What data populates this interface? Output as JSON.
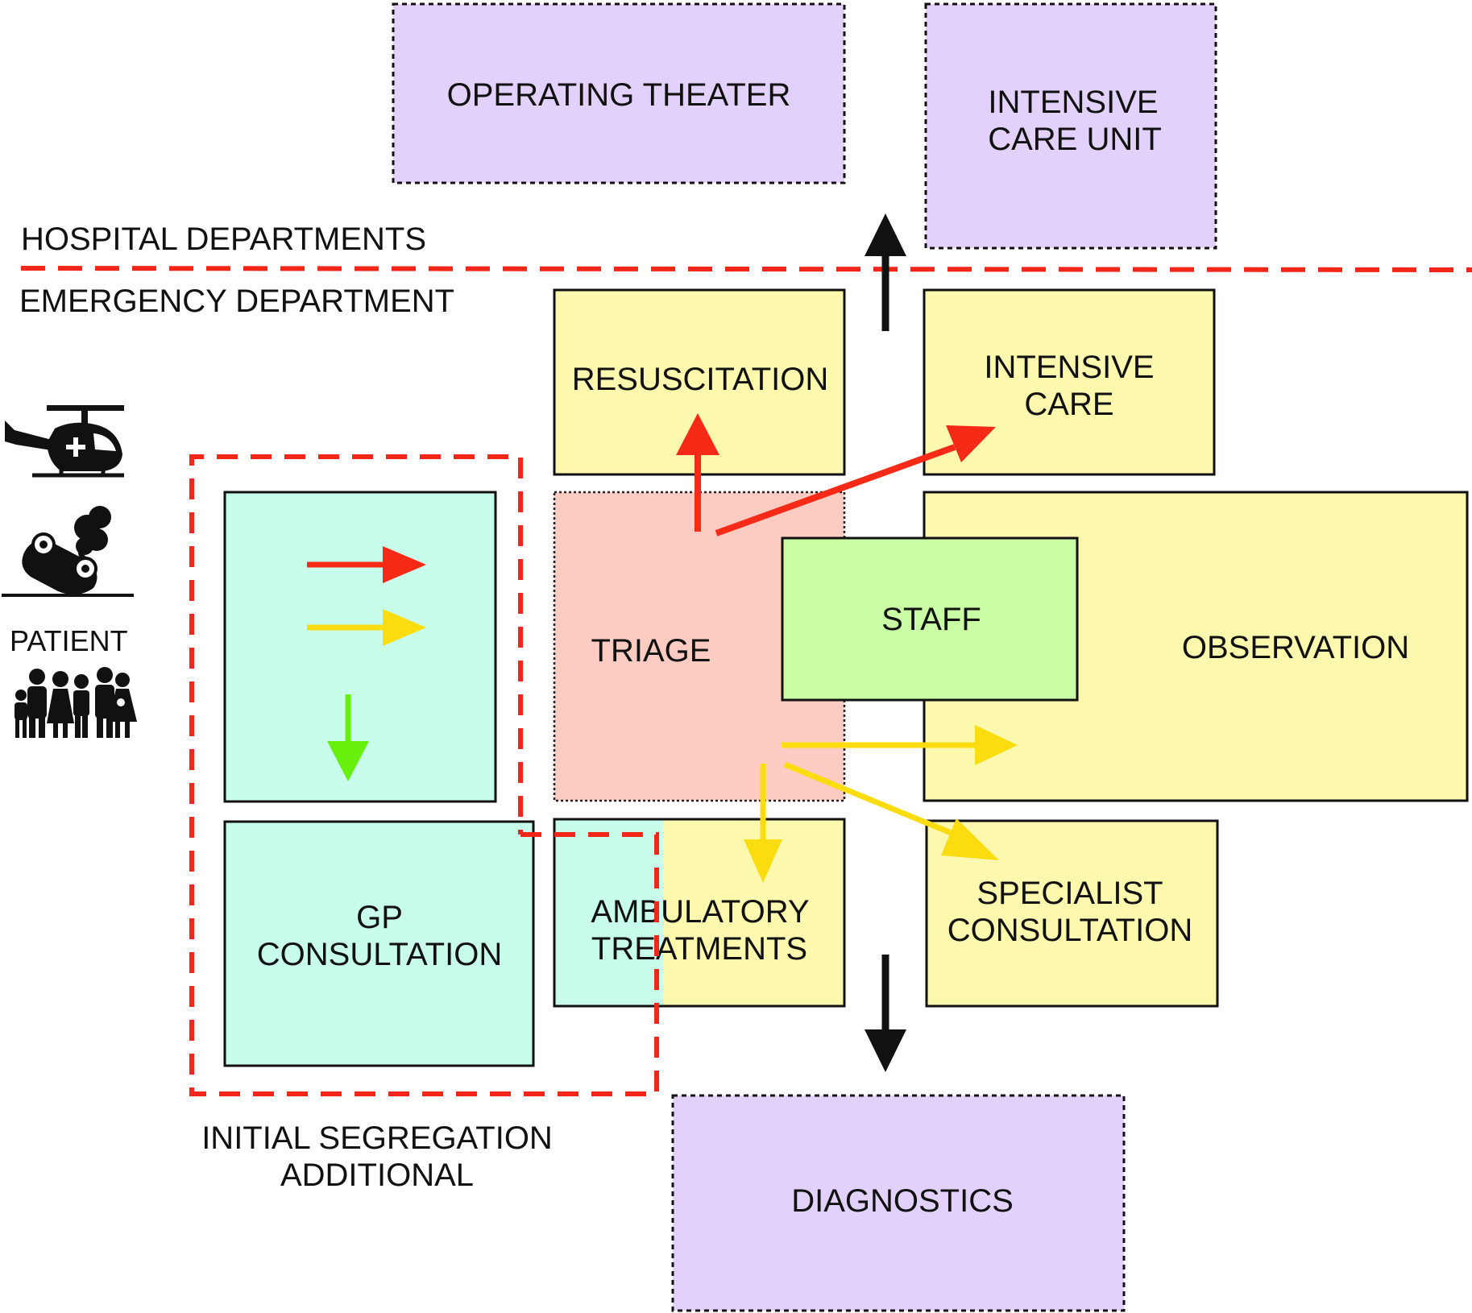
{
  "colors": {
    "hospital_box": "#e2d1fb",
    "ed_box": "#fcf8ae",
    "triage_box": "#fccbc1",
    "staff_box": "#c9fca4",
    "gp_box": "#c8fdec",
    "boundary_red": "#f2271a",
    "arrow_red": "#f62a17",
    "arrow_yellow": "#fbdc0f",
    "arrow_green": "#67f00b",
    "arrow_black": "#111111"
  },
  "labels": {
    "hospital_departments": "HOSPITAL DEPARTMENTS",
    "emergency_department": "EMERGENCY DEPARTMENT",
    "patient": "PATIENT",
    "initial_segregation": "INITIAL SEGREGATION",
    "additional": "ADDITIONAL"
  },
  "boxes": {
    "operating_theater": [
      "OPERATING THEATER"
    ],
    "intensive_care_unit": [
      "INTENSIVE",
      "CARE UNIT"
    ],
    "resuscitation": [
      "RESUSCITATION"
    ],
    "intensive_care": [
      "INTENSIVE",
      "CARE"
    ],
    "triage": [
      "TRIAGE"
    ],
    "staff": [
      "STAFF"
    ],
    "observation": [
      "OBSERVATION"
    ],
    "gp_consultation": [
      "GP",
      "CONSULTATION"
    ],
    "ambulatory_treatments": [
      "AMBULATORY",
      "TREATMENTS"
    ],
    "specialist_consultation": [
      "SPECIALIST",
      "CONSULTATION"
    ],
    "diagnostics": [
      "DIAGNOSTICS"
    ]
  },
  "icons": [
    "helicopter-ambulance-icon",
    "car-crash-icon",
    "family-icon"
  ]
}
